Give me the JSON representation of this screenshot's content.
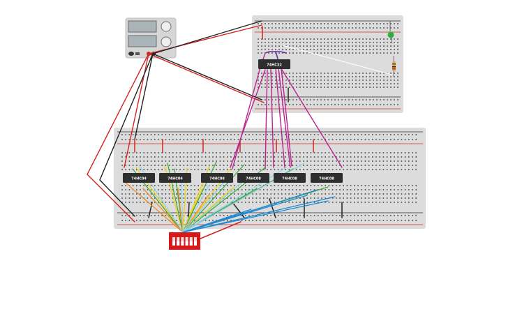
{
  "circuit": {
    "chips_lower": [
      "74HC04",
      "74HC04",
      "74HC08",
      "74HC08",
      "74HC08",
      "74HC08"
    ],
    "chip_upper": "74HC32",
    "power_supply": {
      "display_1": "",
      "display_2": ""
    },
    "dip_switch": {
      "positions": 6
    },
    "led_color": "#2fae3a",
    "colors": {
      "breadboard": "#dcdcdc",
      "hole": "#404040",
      "chip": "#2e2e2e",
      "rail_red": "#d42a2a",
      "rail_black": "#2a2a2a",
      "wire_red": "#d32222",
      "wire_black": "#222222",
      "wire_magenta": "#b8248e",
      "wire_yellow": "#f0d000",
      "wire_green": "#3aa83a",
      "wire_orange": "#f08a1a",
      "wire_lightblue": "#8ed0e8",
      "wire_blue": "#1e88d0",
      "wire_purple": "#6a2b9e",
      "switch_red": "#d81818"
    }
  }
}
